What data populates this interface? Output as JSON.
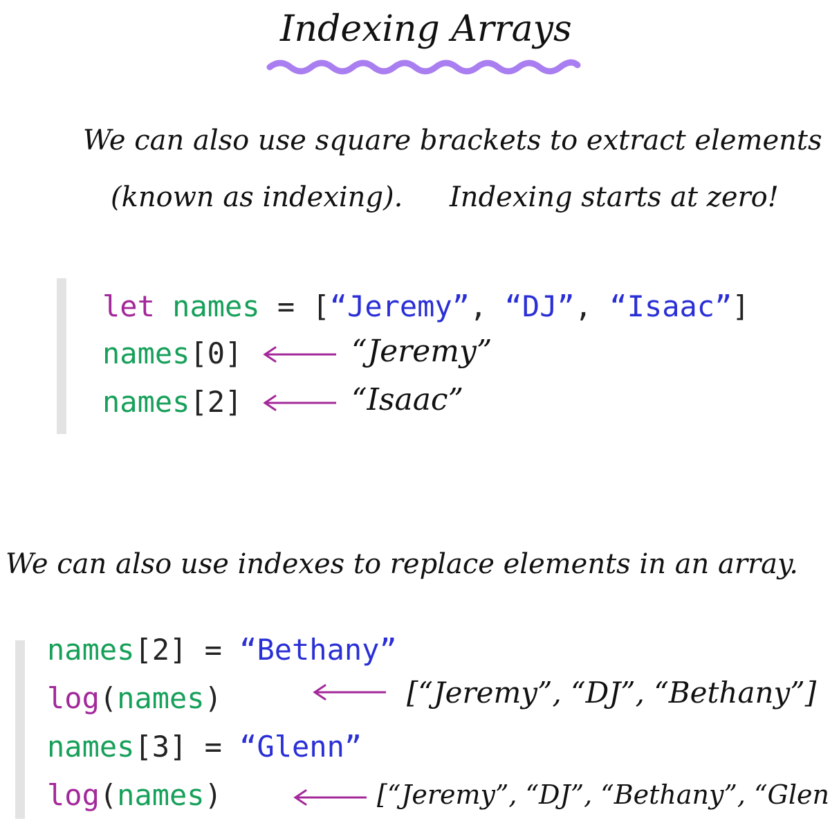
{
  "title": "Indexing Arrays",
  "colors": {
    "keyword": "#a3289a",
    "identifier": "#17a05a",
    "string": "#2a2fd6",
    "arrow": "#a3289a",
    "underline": "#a97ef0",
    "bar": "#e3e3e3"
  },
  "intro": {
    "line1": "We can also use square brackets to extract elements",
    "line2_a": "(known as indexing).",
    "line2_b": "Indexing starts at zero!"
  },
  "block1": {
    "let_kw": "let",
    "names_id": "names",
    "eq": " = ",
    "lbr": "[",
    "s1": "“Jeremy”",
    "comma": ", ",
    "s2": "“DJ”",
    "s3": "“Isaac”",
    "rbr": "]",
    "idx0": "[0]",
    "idx2": "[2]",
    "result0": "“Jeremy”",
    "result2": "“Isaac”"
  },
  "mid_text": "We can also use indexes to replace elements in an array.",
  "block2": {
    "names_id": "names",
    "idx2": "[2]",
    "idx3": "[3]",
    "eq": " = ",
    "bethany": "“Bethany”",
    "glenn": "“Glenn”",
    "log_kw": "log",
    "lparen": "(",
    "rparen": ")",
    "result1": "[“Jeremy”, “DJ”, “Bethany”]",
    "result2": "[“Jeremy”, “DJ”, “Bethany”, “Glenn”]"
  }
}
